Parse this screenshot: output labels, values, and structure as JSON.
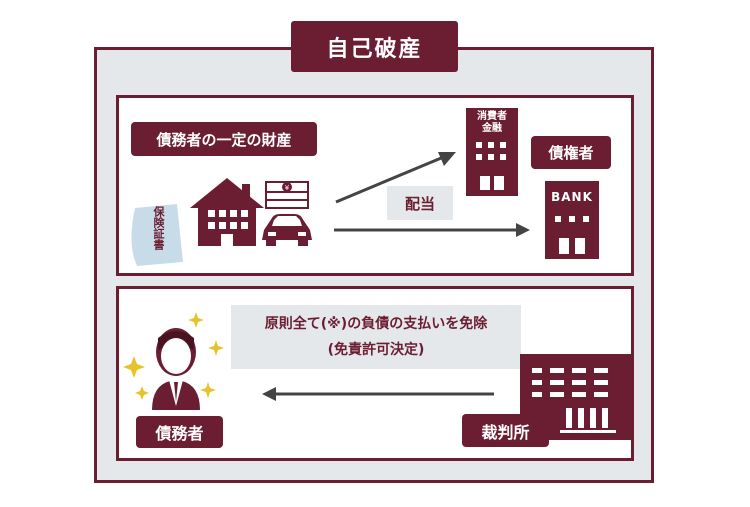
{
  "title": "自己破産",
  "assets_tag": "債務者の一定の財産",
  "policy_label": "保険証書",
  "dividend_label": "配当",
  "consumer_finance_label_line1": "消費者",
  "consumer_finance_label_line2": "金融",
  "creditor_tag": "債権者",
  "bank_label": "BANK",
  "exemption_line1": "原則全て(※)の負債の支払いを免除",
  "exemption_line2": "(免責許可決定)",
  "debtor_tag": "債務者",
  "court_tag": "裁判所",
  "colors": {
    "primary": "#6b1e32",
    "panel_bg": "#e4e8ea",
    "insurance": "#c7dce8",
    "arrow": "#444444"
  }
}
